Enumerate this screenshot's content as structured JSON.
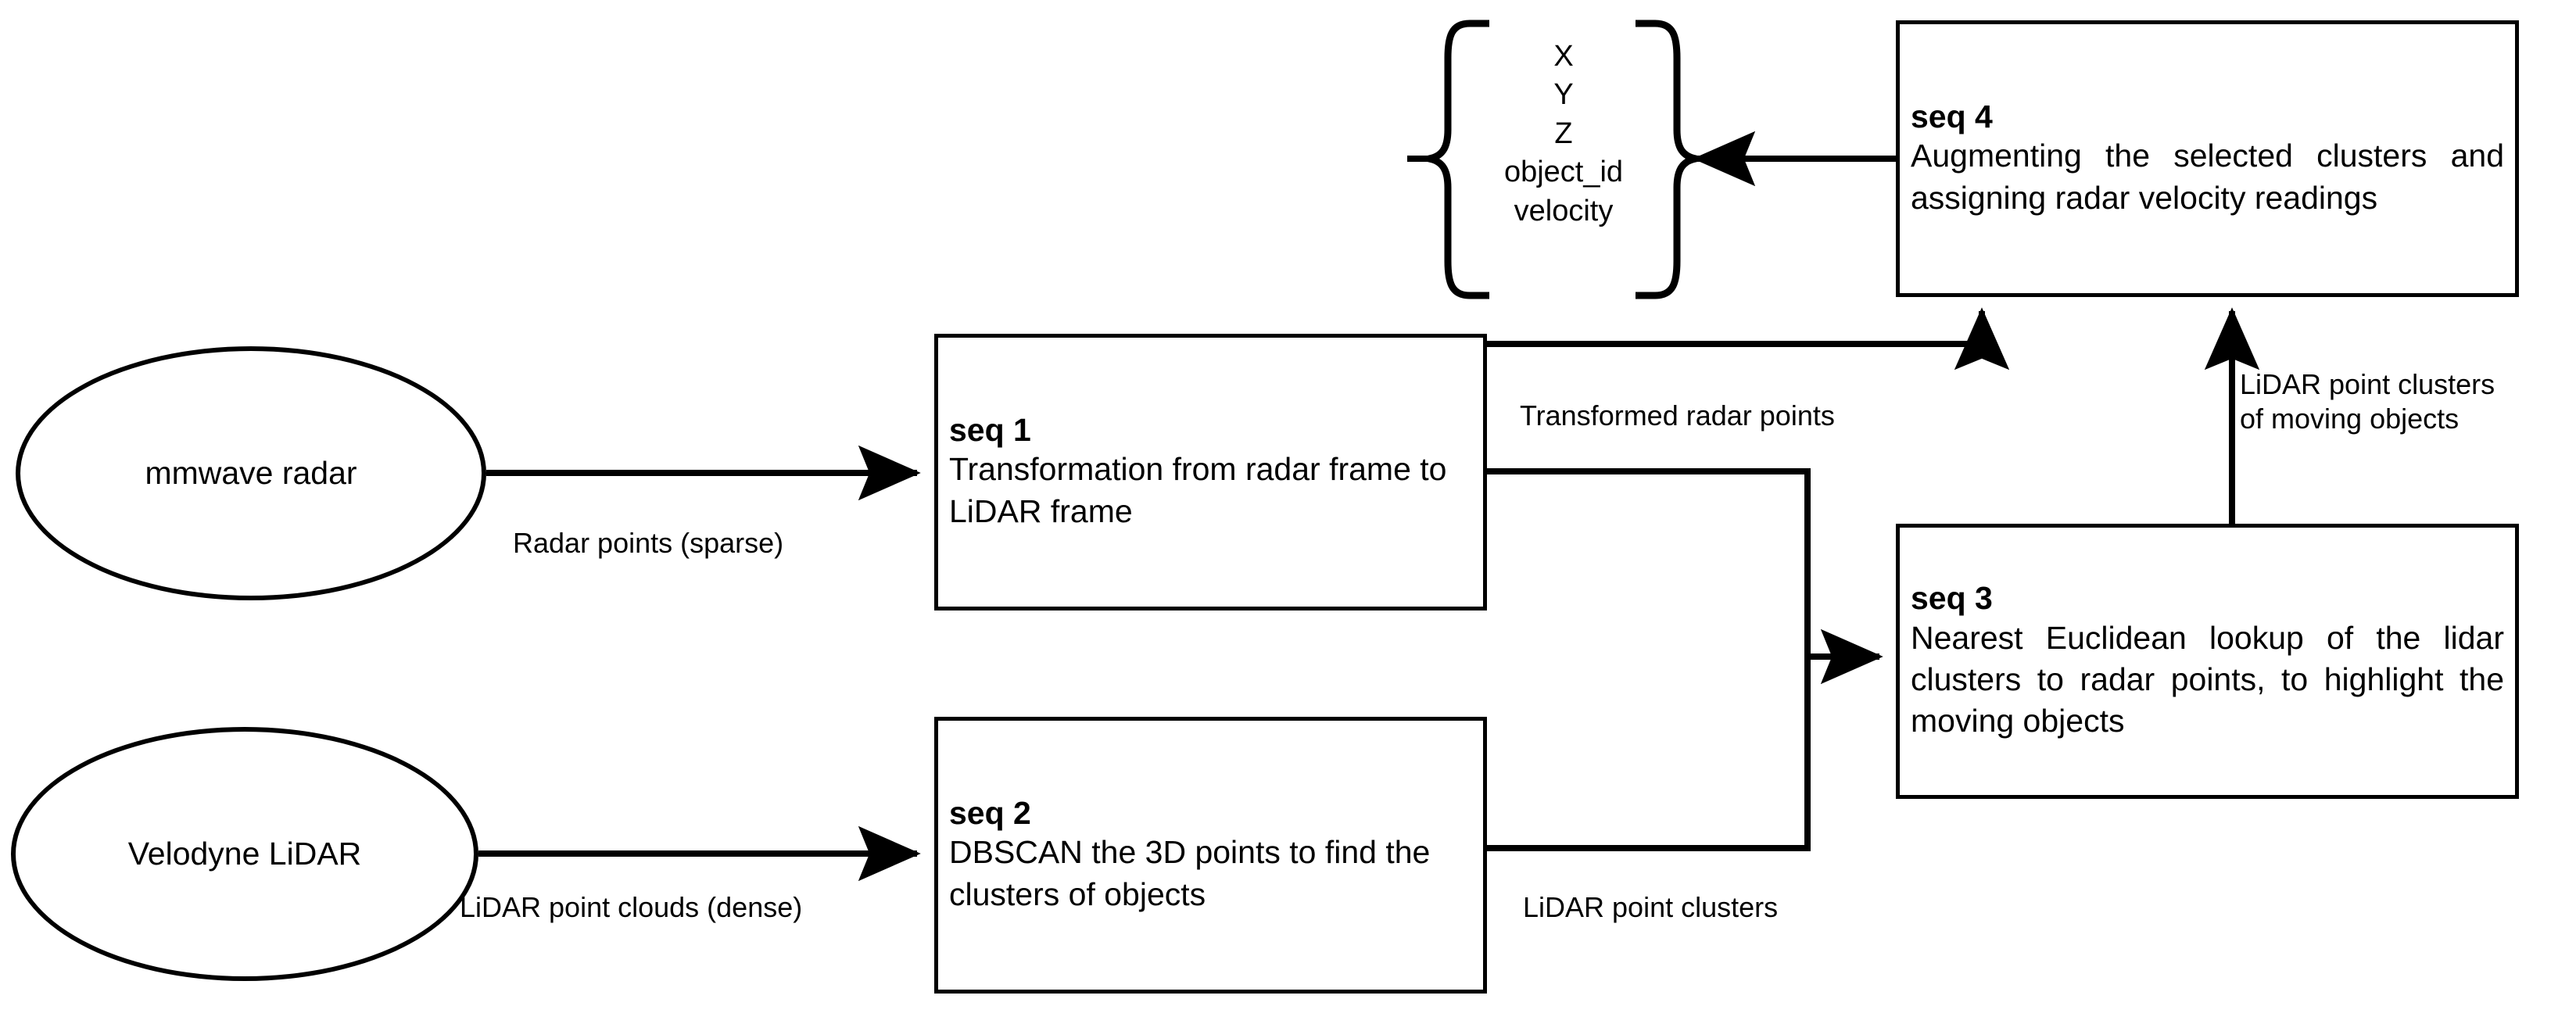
{
  "diagram": {
    "title": "Radar-LiDAR moving object augmentation pipeline",
    "stroke_color": "#000000",
    "background_color": "#ffffff"
  },
  "sources": [
    {
      "id": "mmwave-radar",
      "label": "mmwave radar"
    },
    {
      "id": "velodyne-lidar",
      "label": "Velodyne LiDAR"
    }
  ],
  "processes": [
    {
      "id": "seq1",
      "tag": "seq 1",
      "body": "Transformation from radar frame to LiDAR frame"
    },
    {
      "id": "seq2",
      "tag": "seq 2",
      "body": "DBSCAN the 3D points to find the clusters of objects"
    },
    {
      "id": "seq3",
      "tag": "seq 3",
      "body": "Nearest Euclidean lookup of the lidar clusters to radar points, to highlight the moving objects"
    },
    {
      "id": "seq4",
      "tag": "seq 4",
      "body": "Augmenting the selected clusters and assigning radar velocity readings"
    }
  ],
  "edge_labels": {
    "radar_to_seq1": "Radar points (sparse)",
    "lidar_to_seq2": "LiDAR point clouds (dense)",
    "seq1_to_seq4": "Transformed radar points",
    "clusters_to_seq3": "LiDAR point clusters",
    "seq3_to_seq4": "LiDAR point clusters\nof moving objects"
  },
  "output_brace": {
    "fields": "X\nY\nZ\nobject_id\nvelocity"
  }
}
